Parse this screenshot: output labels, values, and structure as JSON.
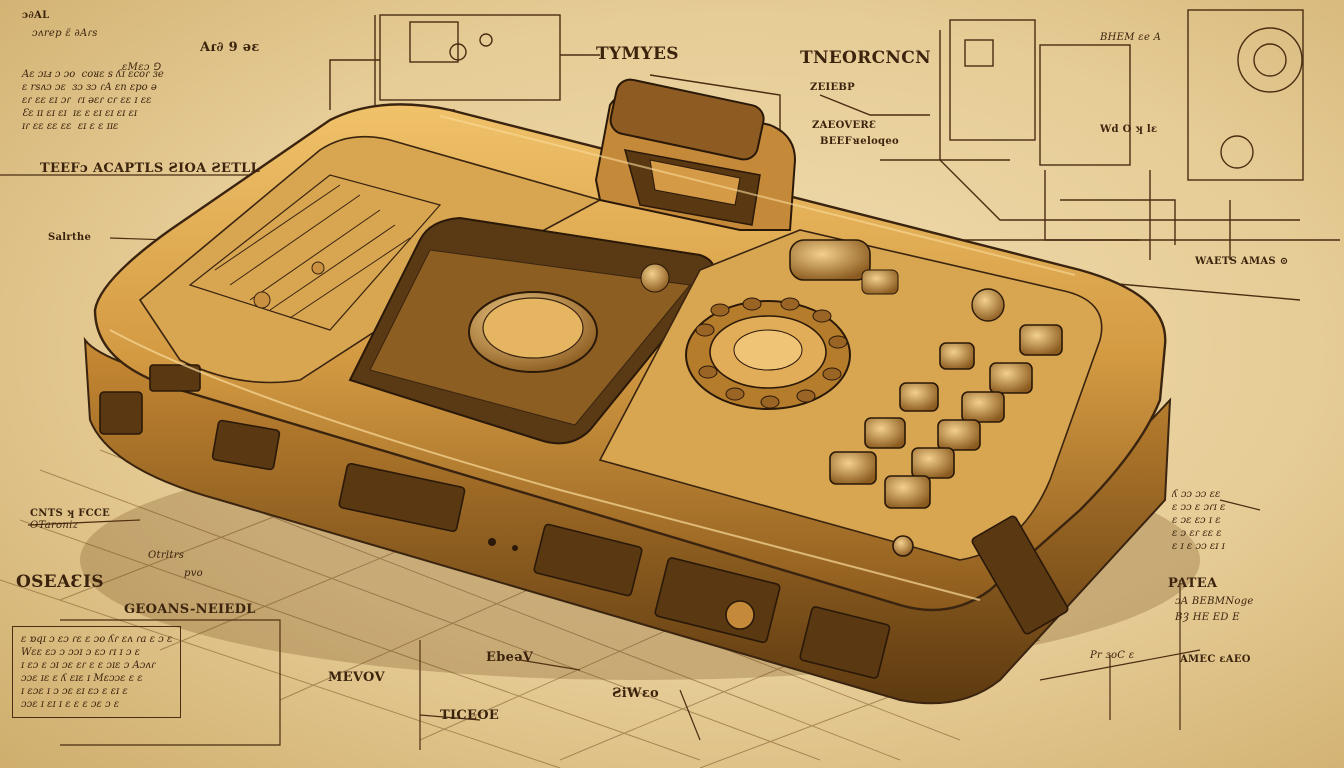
{
  "labels": {
    "top_left_0": "ɔ∂AL",
    "top_left_1": "ɔʌrep ɛ̈ ∂Aɾs",
    "top_left_2": "Aɾ∂ 9 ǝɛ",
    "top_left_3": "ɛMɛɔ ⅁",
    "header_center": "TYMYES",
    "header_right": "TNEORCNCN",
    "header_right_sub": "ZEIEBP",
    "center_right_1": "ZAEOVERƐ",
    "center_right_2": "BEEFᴚeloqeo",
    "left_title": "TEEFɔ ACAPTLS ƧIOA ƧETLL",
    "left_side": "Salrthe",
    "left_mid_1": "CNTS ʞ FCCE",
    "left_mid_2": "OTaroniz",
    "left_mid_3": "Otrltrs",
    "left_mid_4": "pvo",
    "left_section": "OSEAƐIS",
    "left_section_sub": "GEOANS-NEIEDL",
    "bottom_center_1": "MEVOV",
    "bottom_center_2": "TICEOE",
    "bottom_center_3": "EbeǝV",
    "bottom_center_4": "ƧiWɛo",
    "right_top_1": "Wd O ʞ lɛ",
    "right_top_2": "BHEM ɛe A",
    "right_top_3": "WAETS AMAS ⊙",
    "right_mid_1": "PATEA",
    "right_mid_2": "ɔA BEBMNoge",
    "right_mid_3": "BȜ HE ED E",
    "right_bottom_1": "AMEC ɛAEO",
    "right_bottom_2": "Pr ɜoC ɛ"
  },
  "notes": {
    "top_left_block": "Aɛ ɔɪⅎ ɔ ɔo  coᴚɛ s ʎɪ ɛcoɾ ɜe\nɛ rsʌɔ ɔɛ  ɜɔ ɜɔ ɾA ɛn ɛpo ə\nɛɾ ɛɛ ɛɪ ɔɾ  ɾɪ ǝɛɾ cɾ ɛɛ ɪ ɛɛ\nƐɛ ɪɪ ɛɪ ɛɪ  ɪɛ ɛ ɛɪ ɛɪ ɛɪ ɛɪ\nɪɾ ɛɛ ɛɛ ɛɛ  ɛɪ ɛ ɛ ɪɪɛ",
    "bottom_left_block": "ɛ ɒqɪ ɔ ɛɔ ɾɛ ɛ ɔo ʎɾ ɛʌ ɾa ɛ ɔ ɛ\nWɛɛ ɛɔ ɔ ɔɔɪ ɔ ɛɔ ɾɪ ɪ ɔ ɛ\nɪ ɛɔ ɛ ɔɪ ɔɛ ɛɾ ɛ ɛ ɔɪɛ ɔ Aɔʌɾ\nɔɔɛ ɪɛ ɛ ʎ ɛɪɛ ɪ Mɛɔɔɛ ɛ ɛ\nɪ ɛɔɛ ɪ ɔ ɔɛ ɛɪ ɛɔ ɛ ɛɪ ɛ\nɔɔɛ ɪ ɛɪ ɪ ɛ ɛ ɛ ɔɛ ɔ ɛ",
    "right_block": "ʎ ɔɔ ɔɔ ɛɛ\nɛ ɔɔ ɛ ɔɾɪ ɛ\nɛ ɔɛ ɛɔ ɪ ɛ\nɛ ɔ ɛɾ ɛɛ ɛ\nɛ ɪ ɛ ɔɔ ɛɪ ɪ"
  },
  "icons": [
    "console-illustration",
    "cartridge-icon",
    "dpad-dial-icon",
    "round-button-icon",
    "keypad-button-icon",
    "schematic-lines"
  ],
  "colors": {
    "paper": "#e9d2a0",
    "ink": "#3a2410",
    "console_body": "#c8923a",
    "console_highlight": "#e8b35a",
    "console_shadow": "#6b4313"
  }
}
